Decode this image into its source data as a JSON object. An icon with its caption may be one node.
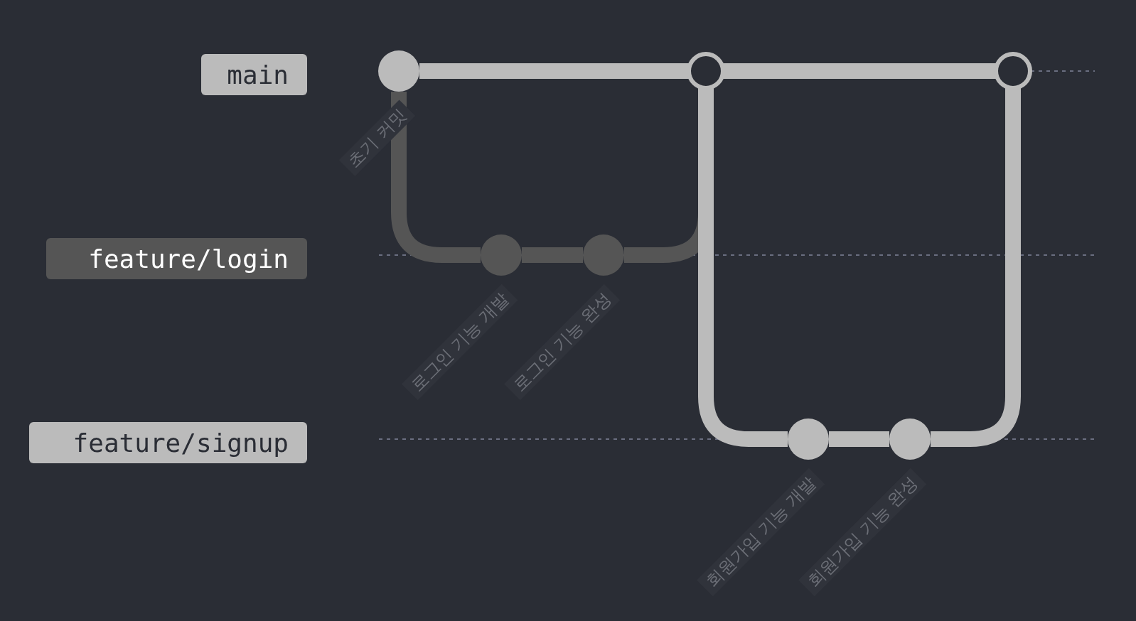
{
  "diagram": {
    "nodes": [
      {
        "text": [
          "main"
        ]
      },
      {
        "text": [
          "feature/login"
        ]
      },
      {
        "text": [
          "feature/signup"
        ]
      },
      {
        "text": [],
        "shape": "circle",
        "beside": [
          "초기 커밋"
        ]
      },
      {
        "text": [],
        "shape": "circle",
        "beside": [
          "로그인 기능 개발"
        ]
      },
      {
        "text": [],
        "shape": "circle",
        "beside": [
          "로그인 기능 완성"
        ]
      },
      {
        "text": [],
        "shape": "circle"
      },
      {
        "text": [],
        "shape": "circle",
        "beside": [
          "회원가입 기능 개발"
        ]
      },
      {
        "text": [],
        "shape": "circle",
        "beside": [
          "회원가입 기능 완성"
        ]
      },
      {
        "text": [],
        "shape": "circle"
      }
    ],
    "edges": [
      {
        "from": 3,
        "to": 6,
        "arrow": "none"
      },
      {
        "from": 3,
        "to": 4,
        "arrow": "none",
        "color": "#555555"
      },
      {
        "from": 4,
        "to": 5,
        "arrow": "none",
        "color": "#555555"
      },
      {
        "from": 5,
        "to": 6,
        "arrow": "none",
        "color": "#555555"
      },
      {
        "from": 6,
        "to": 7,
        "arrow": "none"
      },
      {
        "from": 7,
        "to": 8,
        "arrow": "none"
      },
      {
        "from": 8,
        "to": 9,
        "arrow": "none"
      },
      {
        "from": 6,
        "to": 9,
        "arrow": "none"
      }
    ]
  }
}
